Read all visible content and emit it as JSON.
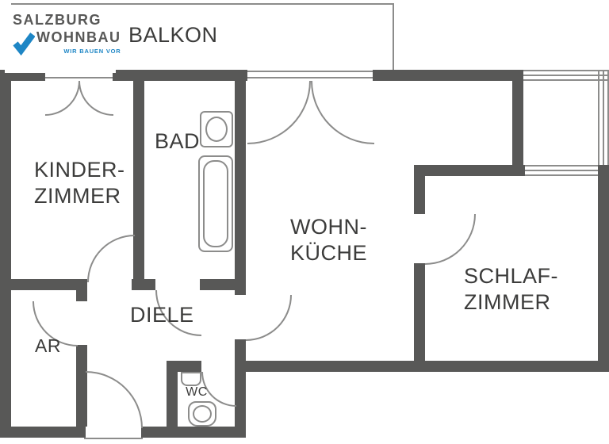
{
  "colors": {
    "wall": "#585857",
    "thin_line": "#8c8c8b",
    "text": "#3c3c3b",
    "brand_blue": "#1e86c5",
    "background": "#ffffff"
  },
  "logo": {
    "name_line1": "SALZBURG",
    "name_line2": "WOHNBAU",
    "tagline": "WIR BAUEN VOR",
    "mark_icon": "check-mark"
  },
  "rooms": {
    "balkon": {
      "label": "BALKON"
    },
    "kinderzimmer": {
      "line1": "KINDER-",
      "line2": "ZIMMER"
    },
    "bad": {
      "label": "BAD"
    },
    "wohnkueche": {
      "line1": "WOHN-",
      "line2": "KÜCHE"
    },
    "schlafzimmer": {
      "line1": "SCHLAF-",
      "line2": "ZIMMER"
    },
    "diele": {
      "label": "DIELE"
    },
    "abstellraum": {
      "label": "AR"
    },
    "wc": {
      "label": "WC"
    }
  }
}
